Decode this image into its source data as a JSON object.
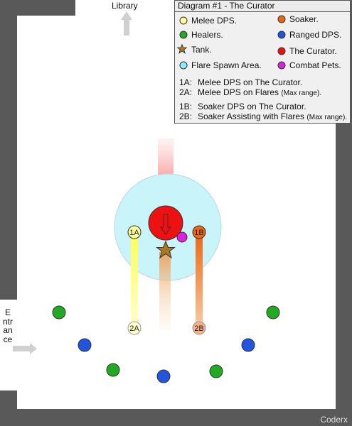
{
  "labels": {
    "library": "Library",
    "entrance": "Entrance",
    "credit": "Coderx"
  },
  "legend": {
    "title": "Diagram #1   -   The Curator",
    "items": [
      {
        "label": "Melee DPS.",
        "color": "#ffff99",
        "shape": "circle"
      },
      {
        "label": "Soaker.",
        "color": "#ee6611",
        "shape": "circle"
      },
      {
        "label": "Healers.",
        "color": "#22aa22",
        "shape": "circle"
      },
      {
        "label": "Ranged DPS.",
        "color": "#2255dd",
        "shape": "circle"
      },
      {
        "label": "Tank.",
        "color": "#aa7722",
        "shape": "star"
      },
      {
        "label": "The Curator.",
        "color": "#ee1111",
        "shape": "circle"
      },
      {
        "label": "Flare Spawn Area.",
        "color": "#88eeff",
        "shape": "circle"
      },
      {
        "label": "Combat Pets.",
        "color": "#dd22dd",
        "shape": "circle"
      }
    ],
    "notes": [
      {
        "code": "1A:",
        "text": "Melee DPS on The Curator.",
        "extra": ""
      },
      {
        "code": "2A:",
        "text": "Melee DPS on Flares",
        "extra": "(Max range)."
      },
      {
        "code": "1B:",
        "text": "Soaker DPS on The Curator.",
        "extra": ""
      },
      {
        "code": "2B:",
        "text": "Soaker Assisting with Flares",
        "extra": "(Max range)."
      }
    ]
  },
  "markers": {
    "melee_1a": "1A",
    "melee_2a": "2A",
    "soaker_1b": "1B",
    "soaker_2b": "2B"
  },
  "colors": {
    "wall": "#595959",
    "floor": "#ffffff",
    "flare_area": "#c8f4fa",
    "curator": "#ee1111",
    "melee": "#ffff99",
    "soaker": "#ee6611",
    "healer": "#22aa22",
    "ranged": "#2255dd",
    "tank": "#aa7722",
    "pet": "#dd22dd",
    "arrow": "#d0d0d0"
  }
}
